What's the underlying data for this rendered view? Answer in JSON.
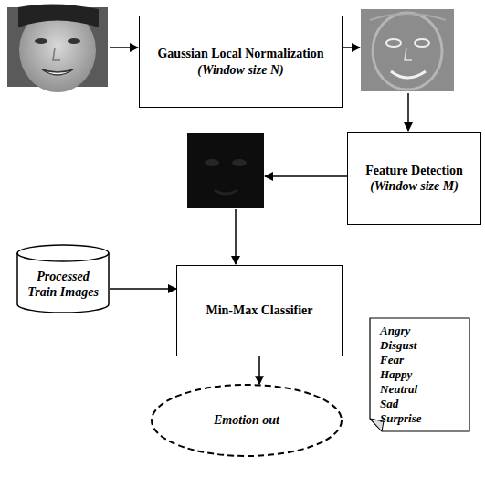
{
  "diagram": {
    "nodes": [
      {
        "text": [
          "Gaussian Local Normalization",
          "(Window size N)"
        ]
      },
      {
        "text": [
          "Feature Detection",
          "(Window size M)"
        ]
      },
      {
        "text": [
          "Processed Train Images"
        ]
      },
      {
        "text": [
          "Min-Max Classifier"
        ]
      },
      {
        "text": [
          "Angry",
          "Disgust",
          "Fear",
          "Happy",
          "Neutral",
          "Sad",
          "Surprise"
        ]
      },
      {
        "text": [
          "Emotion out"
        ]
      }
    ],
    "edges": [
      {
        "from": 2,
        "to": 3,
        "arrow": "to"
      },
      {
        "from": 3,
        "to": 5,
        "arrow": "to"
      }
    ]
  }
}
